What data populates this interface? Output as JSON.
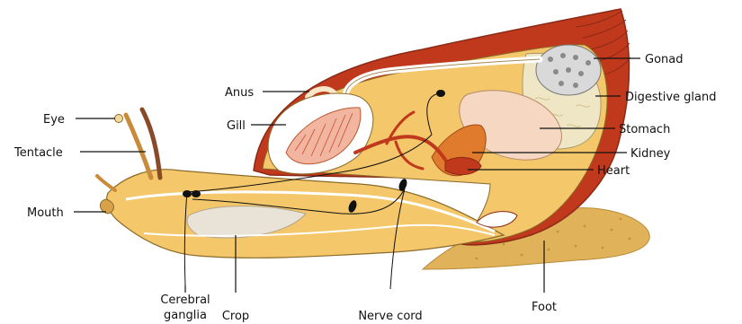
{
  "labels": {
    "gonad": "Gonad",
    "digestive_gland": "Digestive gland",
    "stomach": "Stomach",
    "kidney": "Kidney",
    "heart": "Heart",
    "anus": "Anus",
    "gill": "Gill",
    "eye": "Eye",
    "tentacle": "Tentacle",
    "mouth": "Mouth",
    "cerebral": "Cerebral",
    "ganglia": "ganglia",
    "crop": "Crop",
    "nerve_cord": "Nerve cord",
    "foot": "Foot"
  },
  "colors": {
    "body": "#f3c76a",
    "body_light": "#f8dc98",
    "shell_rim": "#c0391c",
    "shell_dark": "#8a2a16",
    "stomach": "#f6d7c1",
    "digestive_gland": "#eee6c4",
    "gonad": "#d9d9d9",
    "kidney": "#e07a2c",
    "foot": "#e0b35a",
    "gill": "#f2b6a0",
    "ganglia": "#111111"
  }
}
